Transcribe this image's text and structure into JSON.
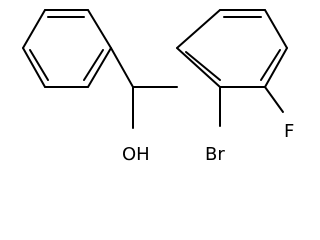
{
  "molecule": {
    "atoms": {
      "hydroxyl": "OH",
      "bromine": "Br",
      "fluorine": "F"
    },
    "colors": {
      "bond": "#000000",
      "label": "#000000",
      "background": "#ffffff"
    }
  }
}
